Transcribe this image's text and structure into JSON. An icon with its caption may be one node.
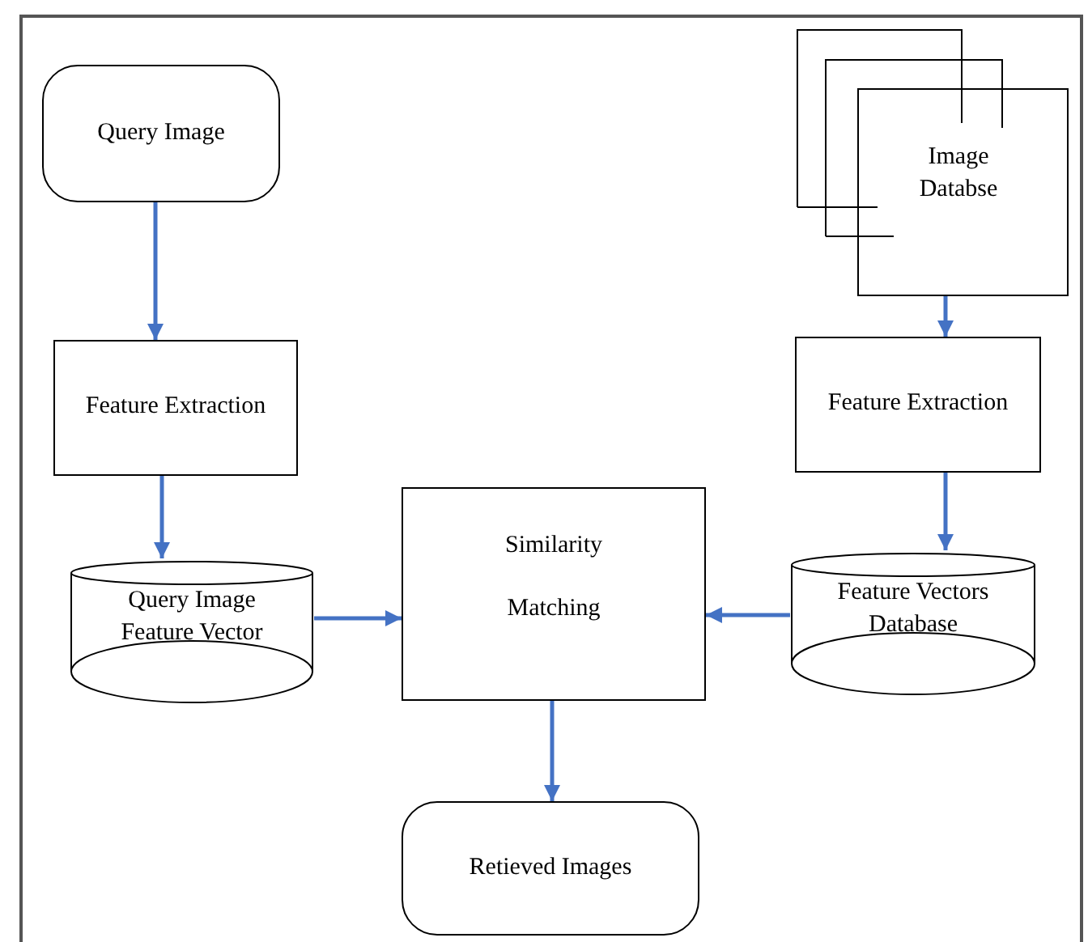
{
  "diagram": {
    "nodes": [
      {
        "text": [
          "Query Image"
        ]
      },
      {
        "text": [
          "Feature Extraction"
        ]
      },
      {
        "text": [
          "Query Image Feature Vector"
        ]
      },
      {
        "text": [
          "Image Databse"
        ]
      },
      {
        "text": [
          "Feature Extraction"
        ]
      },
      {
        "text": [
          "Similarity",
          "Matching"
        ]
      },
      {
        "text": [
          "Feature Vectors Database"
        ]
      },
      {
        "text": [
          "Retieved Images"
        ]
      }
    ],
    "edges": [
      {
        "from": 0,
        "to": 1,
        "arrow": "to"
      },
      {
        "from": 1,
        "to": 2,
        "arrow": "to"
      },
      {
        "from": 2,
        "to": 5,
        "arrow": "to"
      },
      {
        "from": 3,
        "to": 4,
        "arrow": "to"
      },
      {
        "from": 4,
        "to": 6,
        "arrow": "to"
      },
      {
        "from": 6,
        "to": 5,
        "arrow": "to"
      },
      {
        "from": 5,
        "to": 7,
        "arrow": "to"
      }
    ]
  }
}
